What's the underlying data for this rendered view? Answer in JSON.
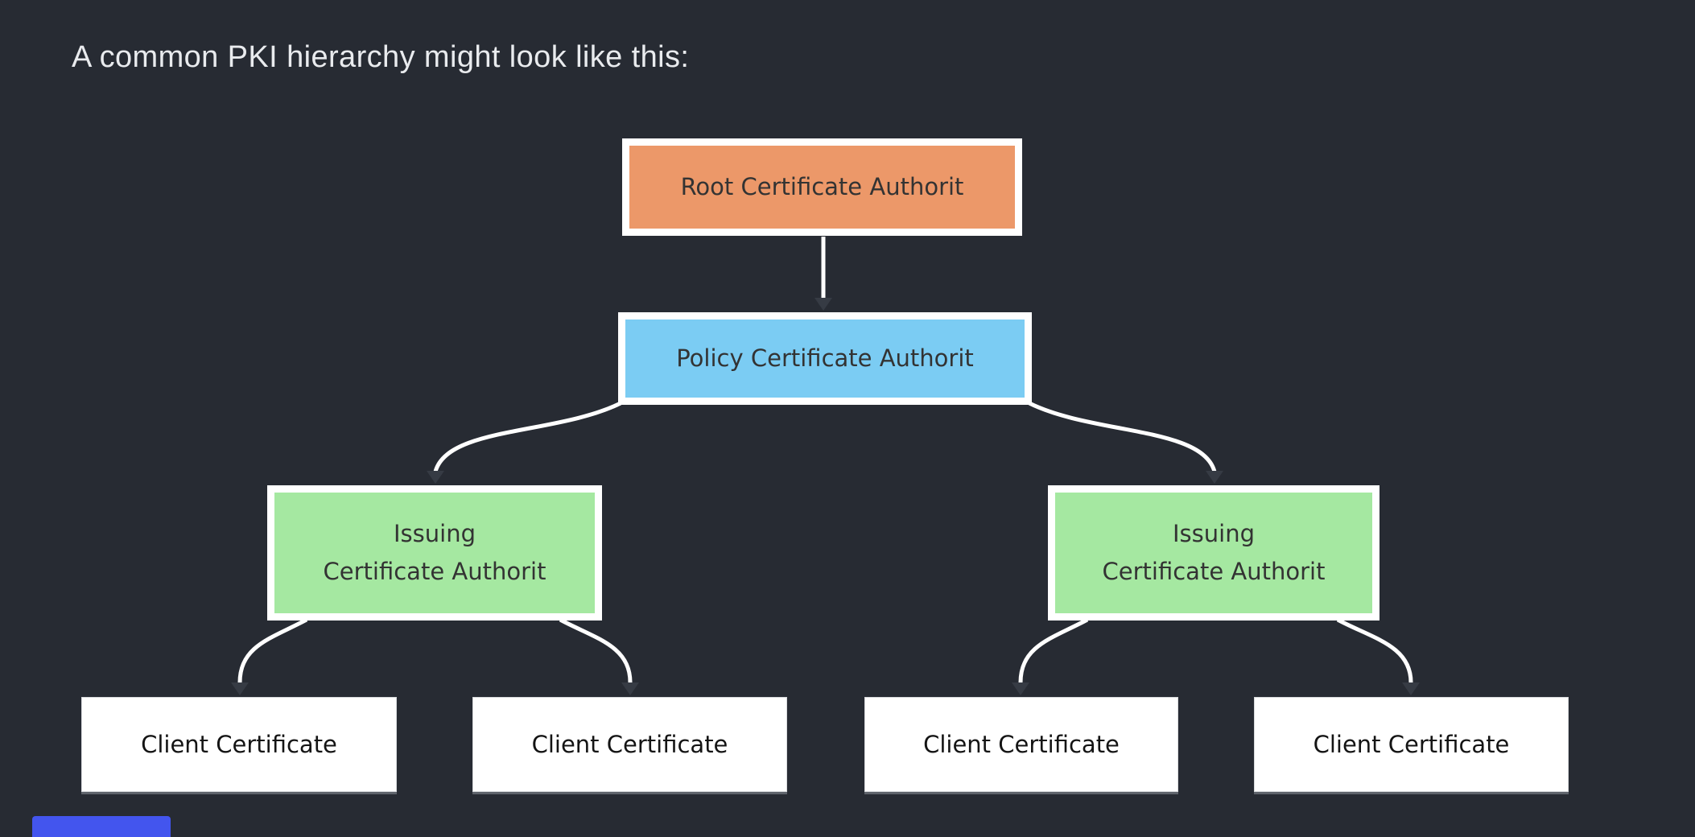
{
  "title": "A common PKI hierarchy might look like this:",
  "colors": {
    "background": "#272B33",
    "title_text": "#E9EBEE",
    "connector_line": "#FFFFFF",
    "arrowhead": "#363B44",
    "node_border": "#FFFFFF",
    "partial_element": "#4355EE"
  },
  "nodes": [
    {
      "id": "root-certificate-authority",
      "label": "Root Certificate Authorit",
      "fill": "#EC9869",
      "text_color": "#333333"
    },
    {
      "id": "policy-certificate-authority",
      "label": "Policy Certificate Authorit",
      "fill": "#7BCCF3",
      "text_color": "#333333"
    },
    {
      "id": "issuing-certificate-authority-left",
      "label": "Issuing\nCertificate Authorit",
      "fill": "#A5E8A1",
      "text_color": "#333333"
    },
    {
      "id": "issuing-certificate-authority-right",
      "label": "Issuing\nCertificate Authorit",
      "fill": "#A5E8A1",
      "text_color": "#333333"
    },
    {
      "id": "client-certificate-1",
      "label": "Client Certificate",
      "fill": "#FFFFFF",
      "text_color": "#141414"
    },
    {
      "id": "client-certificate-2",
      "label": "Client Certificate",
      "fill": "#FFFFFF",
      "text_color": "#141414"
    },
    {
      "id": "client-certificate-3",
      "label": "Client Certificate",
      "fill": "#FFFFFF",
      "text_color": "#141414"
    },
    {
      "id": "client-certificate-4",
      "label": "Client Certificate",
      "fill": "#FFFFFF",
      "text_color": "#141414"
    }
  ],
  "edges": [
    {
      "from": "root-certificate-authority",
      "to": "policy-certificate-authority"
    },
    {
      "from": "policy-certificate-authority",
      "to": "issuing-certificate-authority-left"
    },
    {
      "from": "policy-certificate-authority",
      "to": "issuing-certificate-authority-right"
    },
    {
      "from": "issuing-certificate-authority-left",
      "to": "client-certificate-1"
    },
    {
      "from": "issuing-certificate-authority-left",
      "to": "client-certificate-2"
    },
    {
      "from": "issuing-certificate-authority-right",
      "to": "client-certificate-3"
    },
    {
      "from": "issuing-certificate-authority-right",
      "to": "client-certificate-4"
    }
  ]
}
